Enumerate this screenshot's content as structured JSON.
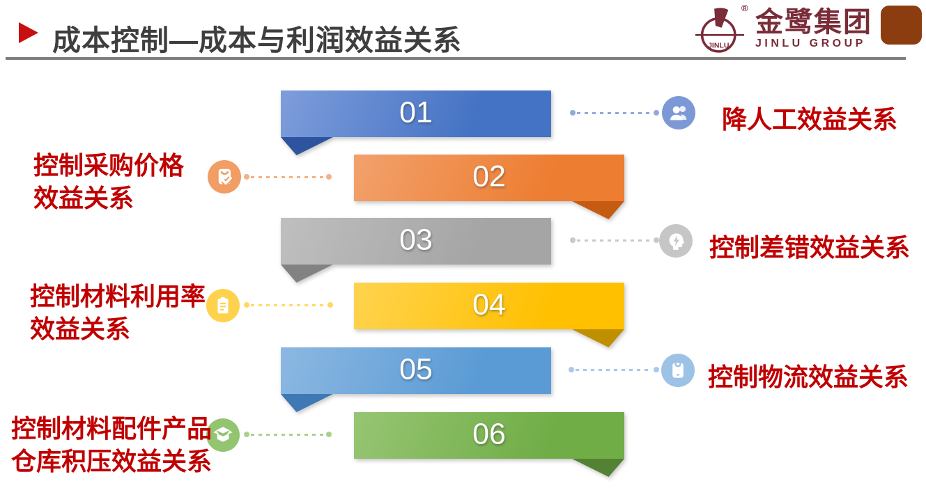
{
  "header": {
    "title": "成本控制—成本与利润效益关系",
    "bullet_color": "#C81010",
    "divider_color": "#7F7F7F",
    "logo": {
      "brand_cn": "金鹭集团",
      "brand_en": "JINLU GROUP",
      "emblem_text": "JINLU",
      "registered_mark": "®",
      "color": "#7A2C38"
    },
    "accent_square_color": "#8C3D10"
  },
  "label_color": "#C00000",
  "rows": [
    {
      "number": "01",
      "side": "right",
      "label": "降人工效益关系",
      "icon": "people-icon",
      "colors": {
        "base": "#4472C4",
        "light": "#7E9DDB",
        "dark": "#2E549F",
        "line": "#8FAADC",
        "circle": "#7C99D6"
      }
    },
    {
      "number": "02",
      "side": "left",
      "label_lines": [
        "控制采购价格",
        "效益关系"
      ],
      "icon": "shopping-bag-check-icon",
      "colors": {
        "base": "#ED7D31",
        "light": "#F2A16C",
        "dark": "#C55A11",
        "line": "#F4B183",
        "circle": "#F19D64"
      }
    },
    {
      "number": "03",
      "side": "right",
      "label": "控制差错效益关系",
      "icon": "head-lightning-icon",
      "colors": {
        "base": "#A5A5A5",
        "light": "#BFBFBF",
        "dark": "#828282",
        "line": "#C9C9C9",
        "circle": "#C6C6C6"
      }
    },
    {
      "number": "04",
      "side": "left",
      "label_lines": [
        "控制材料利用率",
        "效益关系"
      ],
      "icon": "clipboard-icon",
      "colors": {
        "base": "#FFC000",
        "light": "#FFD34F",
        "dark": "#BF8F00",
        "line": "#FFD966",
        "circle": "#FFD24D"
      }
    },
    {
      "number": "05",
      "side": "right",
      "label": "控制物流效益关系",
      "icon": "package-icon",
      "colors": {
        "base": "#5B9BD5",
        "light": "#8CB8E2",
        "dark": "#3E78B5",
        "line": "#A8C9EA",
        "circle": "#9CC2E5"
      }
    },
    {
      "number": "06",
      "side": "left",
      "label_lines": [
        "控制材料配件产品",
        "仓库积压效益关系"
      ],
      "icon": "open-box-icon",
      "colors": {
        "base": "#70AD47",
        "light": "#97C573",
        "dark": "#538234",
        "line": "#A9D18E",
        "circle": "#93C470"
      }
    }
  ]
}
